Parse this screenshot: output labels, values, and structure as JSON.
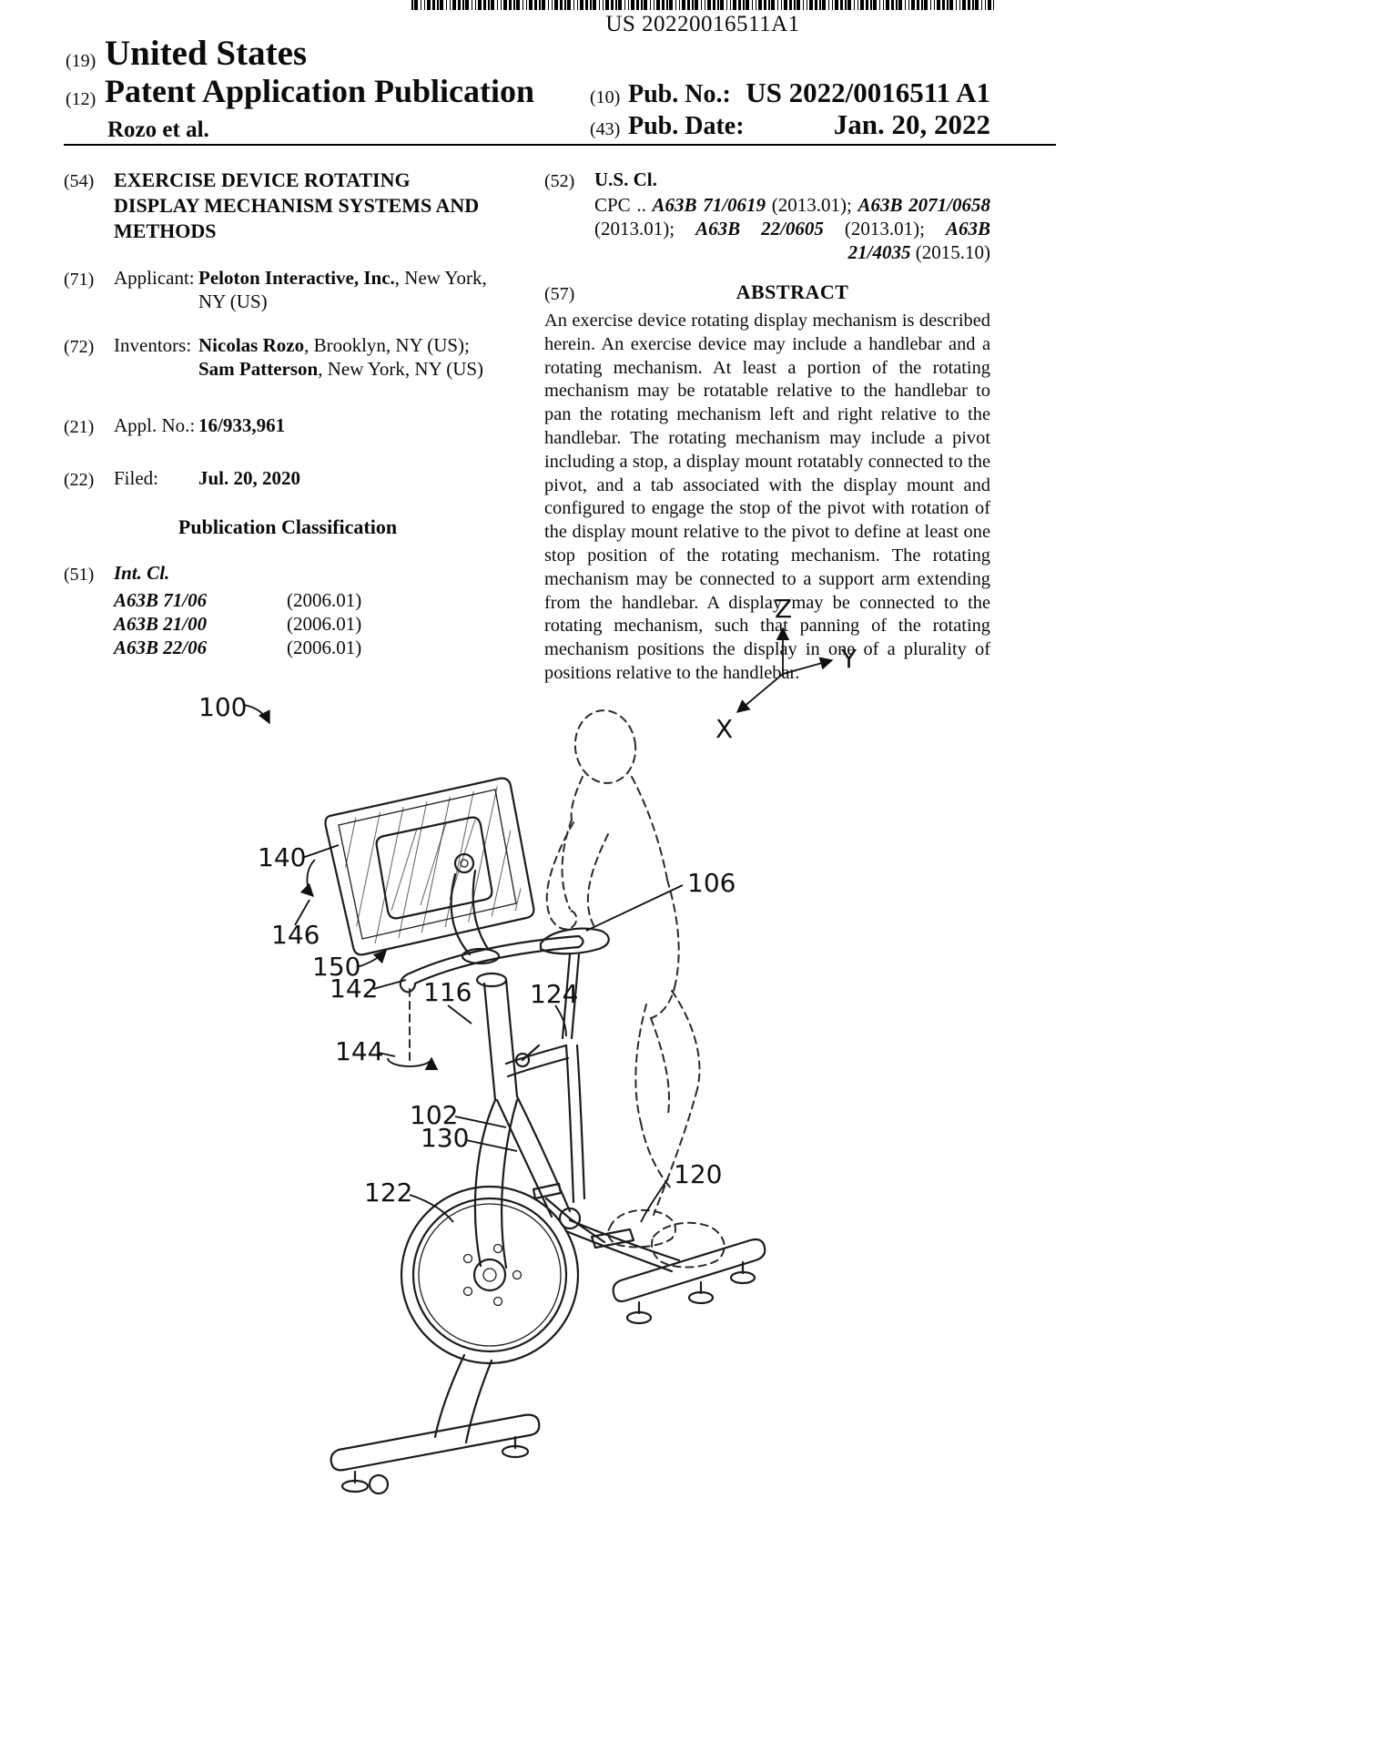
{
  "barcode": {
    "text": "US 20220016511A1"
  },
  "header": {
    "n19": "(19)",
    "united_states": "United States",
    "n12": "(12)",
    "pub_type": "Patent Application Publication",
    "authors": "Rozo et al.",
    "n10": "(10)",
    "pub_no_label": "Pub. No.:",
    "pub_no_value": "US 2022/0016511 A1",
    "n43": "(43)",
    "pub_date_label": "Pub. Date:",
    "pub_date_value": "Jan. 20, 2022"
  },
  "left": {
    "n54": "(54)",
    "title": "EXERCISE DEVICE ROTATING DISPLAY MECHANISM SYSTEMS AND METHODS",
    "n71": "(71)",
    "applicant_label": "Applicant:",
    "applicant_name": "Peloton Interactive, Inc.",
    "applicant_rest1": ", New York,",
    "applicant_line2": "NY (US)",
    "n72": "(72)",
    "inventors_label": "Inventors:",
    "inv1_name": "Nicolas Rozo",
    "inv1_loc": ", Brooklyn, NY (US);",
    "inv2_name": "Sam Patterson",
    "inv2_loc": ", New York, NY (US)",
    "n21": "(21)",
    "appl_label": "Appl. No.:",
    "appl_value": "16/933,961",
    "n22": "(22)",
    "filed_label": "Filed:",
    "filed_value": "Jul. 20, 2020",
    "pub_class": "Publication Classification",
    "n51": "(51)",
    "int_cl_label": "Int. Cl.",
    "int_cl": [
      {
        "code": "A63B 71/06",
        "date": "(2006.01)"
      },
      {
        "code": "A63B 21/00",
        "date": "(2006.01)"
      },
      {
        "code": "A63B 22/06",
        "date": "(2006.01)"
      }
    ]
  },
  "right": {
    "n52": "(52)",
    "us_cl_label": "U.S. Cl.",
    "cpc": {
      "l1a": "CPC",
      "l1dots": "..",
      "l1b": "A63B 71/0619",
      "l1c": "(2013.01);",
      "l1d": "A63B 2071/0658",
      "l2a": "(2013.01);",
      "l2b": "A63B 22/0605",
      "l2c": "(2013.01);",
      "l2d": "A63B",
      "l3a": "21/4035",
      "l3b": "(2015.10)"
    },
    "n57": "(57)",
    "abstract_heading": "ABSTRACT",
    "abstract_text": "An exercise device rotating display mechanism is described herein. An exercise device may include a handlebar and a rotating mechanism. At least a portion of the rotating mechanism may be rotatable relative to the handlebar to pan the rotating mechanism left and right relative to the handlebar. The rotating mechanism may include a pivot including a stop, a display mount rotatably connected to the pivot, and a tab associated with the display mount and configured to engage the stop of the pivot with rotation of the display mount relative to the pivot to define at least one stop position of the rotating mechanism. The rotating mechanism may be connected to a support arm extending from the handlebar. A display may be connected to the rotating mechanism, such that panning of the rotating mechanism positions the display in one of a plurality of positions relative to the handlebar."
  },
  "figure": {
    "axes": {
      "x": "X",
      "y": "Y",
      "z": "Z"
    },
    "labels": {
      "l100": "100",
      "l140": "140",
      "l146": "146",
      "l150": "150",
      "l142": "142",
      "l144": "144",
      "l116": "116",
      "l124": "124",
      "l106": "106",
      "l102": "102",
      "l130": "130",
      "l122": "122",
      "l120": "120"
    }
  }
}
